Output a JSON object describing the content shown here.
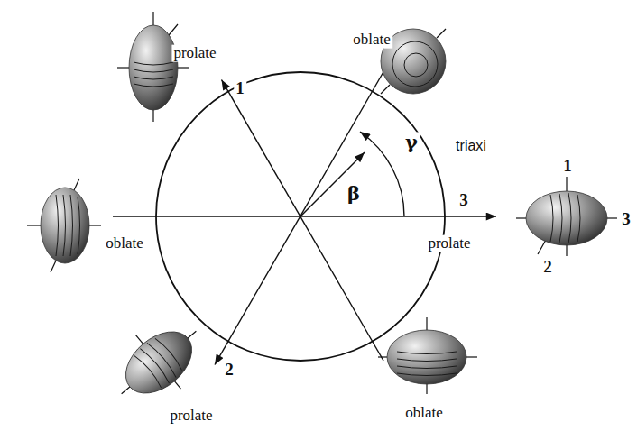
{
  "diagram": {
    "labels": [
      "prolate",
      "oblate",
      "1",
      "triaxi",
      "γ",
      "3",
      "β",
      "1",
      "oblate",
      "prolate",
      "3",
      "2",
      "2",
      "oblate",
      "prolate"
    ]
  }
}
